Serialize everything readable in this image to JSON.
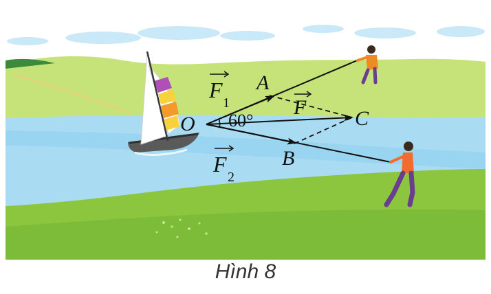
{
  "figure": {
    "caption": "Hình 8",
    "angle_label": "60°",
    "points": {
      "O": "O",
      "A": "A",
      "B": "B",
      "C": "C"
    },
    "vectors": {
      "F1": {
        "letter": "F",
        "subscript": "1"
      },
      "F2": {
        "letter": "F",
        "subscript": "2"
      },
      "F": {
        "letter": "F",
        "subscript": ""
      }
    },
    "colors": {
      "sky": "#ffffff",
      "cloud": "#c9e8f8",
      "grass_light": "#c6e37a",
      "grass": "#8cc63f",
      "grass_dark": "#6fb233",
      "river": "#a9dcf3",
      "river_deep": "#7fc7ea",
      "rope": "#111111",
      "boat_hull": "#5a5a5a",
      "sail": "#ffffff",
      "person1_shirt": "#f08a24",
      "person2_shirt": "#f26b2f",
      "person_pants": "#6a3d8f"
    }
  }
}
